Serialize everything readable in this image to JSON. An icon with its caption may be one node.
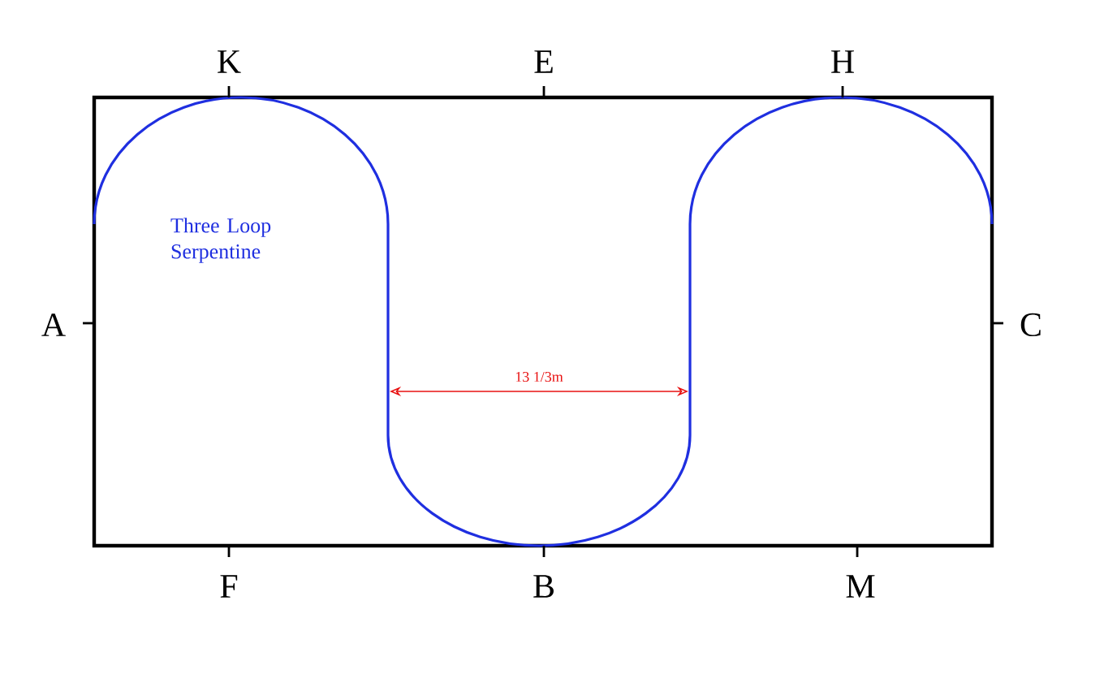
{
  "diagram": {
    "labels": [
      "K",
      "E",
      "H",
      "A",
      "C",
      "Three Loop Serpentine",
      "13 1/3m",
      "F",
      "B",
      "M"
    ]
  }
}
